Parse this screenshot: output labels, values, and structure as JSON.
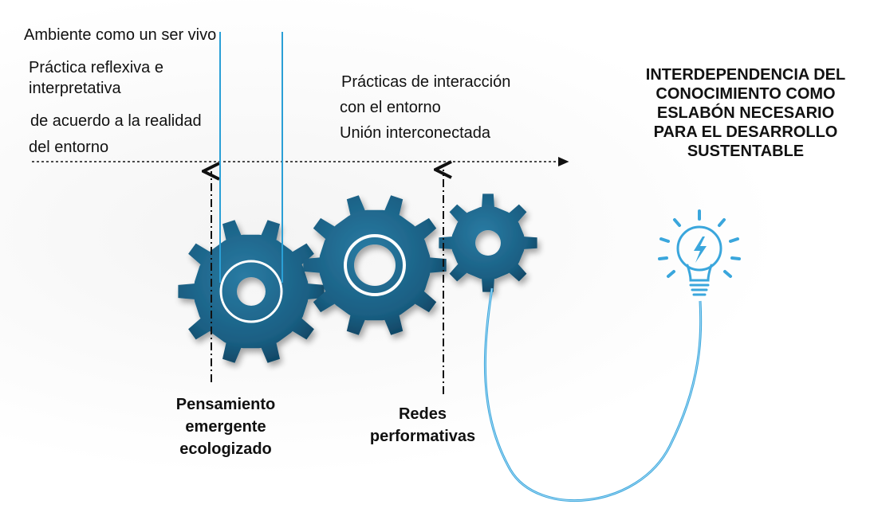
{
  "top_left": {
    "ambiente": "Ambiente como un ser vivo",
    "practica_lines": [
      "Práctica reflexiva e",
      "interpretativa",
      "de acuerdo a la realidad",
      "del entorno"
    ]
  },
  "middle_top": {
    "lines": [
      "Prácticas de interacción",
      "con el  entorno",
      "Unión interconectada"
    ]
  },
  "title_lines": [
    "INTERDEPENDENCIA DEL",
    "CONOCIMIENTO COMO",
    "ESLABÓN NECESARIO",
    "PARA EL DESARROLLO",
    "SUSTENTABLE"
  ],
  "labels": {
    "pensamiento_lines": [
      "Pensamiento",
      "emergente",
      "ecologizado"
    ],
    "redes_lines": [
      "Redes",
      "performativas"
    ]
  },
  "colors": {
    "gear": "#1a5f83",
    "gear_dark": "#0f4562",
    "blue_line": "#2a9fd6",
    "cable": "#3aa6dc"
  },
  "icons": [
    "gear-icon",
    "lightbulb-icon",
    "lightning-icon"
  ]
}
